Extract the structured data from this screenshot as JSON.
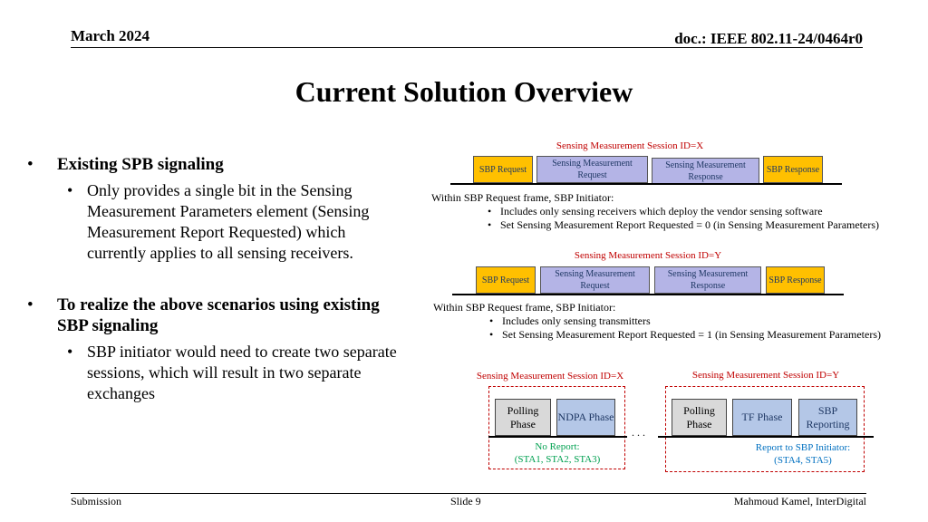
{
  "header": {
    "date": "March 2024",
    "doc_id": "doc.: IEEE 802.11-24/0464r0"
  },
  "title": "Current Solution Overview",
  "bullets": [
    {
      "text": "Existing SPB signaling",
      "sub": "Only provides a single bit in the Sensing Measurement Parameters element (Sensing Measurement Report Requested) which currently applies to all sensing receivers."
    },
    {
      "text": "To realize the above scenarios using existing SBP signaling",
      "sub": "SBP initiator would need to create two separate sessions, which will result in two separate exchanges"
    }
  ],
  "diagram": {
    "session_x": {
      "label": "Sensing Measurement Session ID=X",
      "frames": [
        "SBP Request",
        "Sensing Measurement Request",
        "Sensing Measurement Response",
        "SBP Response"
      ],
      "desc_title": "Within SBP Request frame, SBP Initiator:",
      "desc_items": [
        "Includes only sensing receivers which deploy the vendor sensing software",
        "Set Sensing Measurement Report Requested = 0 (in Sensing Measurement Parameters)"
      ]
    },
    "session_y": {
      "label": "Sensing Measurement Session ID=Y",
      "frames": [
        "SBP Request",
        "Sensing Measurement Request",
        "Sensing Measurement Response",
        "SBP Response"
      ],
      "desc_title": "Within SBP Request frame, SBP Initiator:",
      "desc_items": [
        "Includes only sensing transmitters",
        "Set Sensing Measurement Report Requested = 1 (in Sensing Measurement Parameters)"
      ]
    },
    "phases_x": {
      "label": "Sensing Measurement Session ID=X",
      "phases": [
        "Polling Phase",
        "NDPA Phase"
      ],
      "note": [
        "No Report:",
        "(STA1, STA2, STA3)"
      ]
    },
    "phases_y": {
      "label": "Sensing Measurement Session ID=Y",
      "phases": [
        "Polling Phase",
        "TF Phase",
        "SBP Reporting"
      ],
      "note": [
        "Report to SBP Initiator:",
        "(STA4, STA5)"
      ]
    },
    "ellipsis": ". . ."
  },
  "footer": {
    "left": "Submission",
    "center": "Slide 9",
    "right": "Mahmoud Kamel, InterDigital"
  },
  "colors": {
    "sbp_frame": "#ffc000",
    "measurement_frame": "#b4b4e6",
    "session_label": "#c00000",
    "note_no_report": "#00a050",
    "note_report": "#0070c0",
    "phase_gray": "#d9d9d9",
    "phase_blue": "#b4c7e7"
  }
}
